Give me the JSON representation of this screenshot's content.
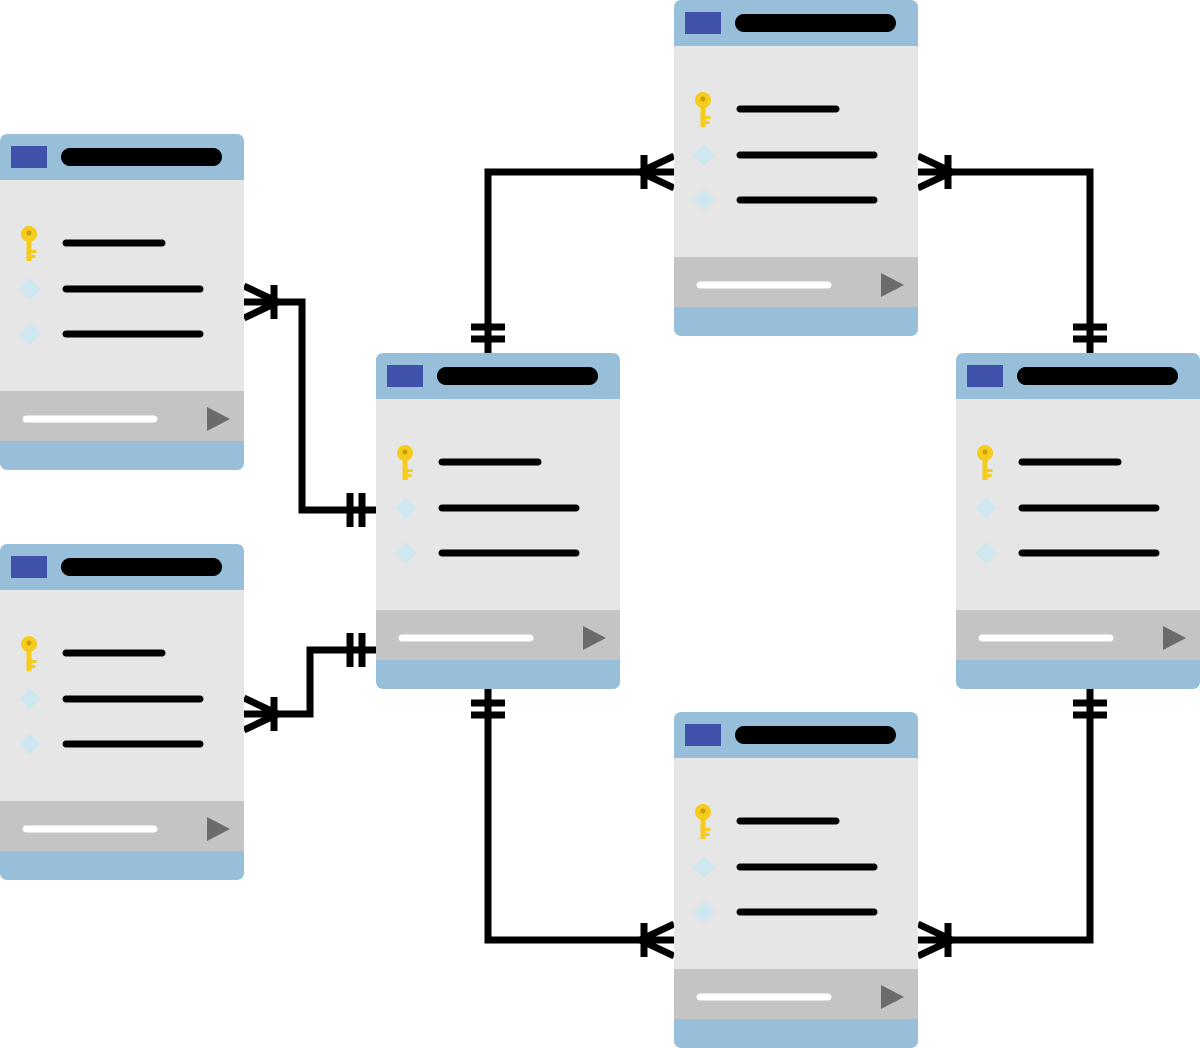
{
  "colors": {
    "background": "#ffffff",
    "header": "#97bfda",
    "header_tab": "#3f51a8",
    "title_bar": "#000000",
    "body": "#e6e6e6",
    "footer": "#c4c4c4",
    "footer_line": "#ffffff",
    "play_icon": "#6b6b6b",
    "key_icon": "#f5cc1c",
    "attribute_icon": "#cfe8f0",
    "field_line": "#000000",
    "connector": "#000000"
  },
  "icons": {
    "header": "window-tab-icon",
    "primary_key": "key-icon",
    "attribute": "diamond-icon",
    "footer": "play-icon"
  },
  "tables": [
    {
      "name": "left-top",
      "fields": [
        "primary-key",
        "attribute",
        "attribute"
      ]
    },
    {
      "name": "left-bottom",
      "fields": [
        "primary-key",
        "attribute",
        "attribute"
      ]
    },
    {
      "name": "center",
      "fields": [
        "primary-key",
        "attribute",
        "attribute"
      ]
    },
    {
      "name": "top",
      "fields": [
        "primary-key",
        "attribute",
        "attribute"
      ]
    },
    {
      "name": "right",
      "fields": [
        "primary-key",
        "attribute",
        "attribute"
      ]
    },
    {
      "name": "bottom",
      "fields": [
        "primary-key",
        "attribute",
        "attribute"
      ]
    }
  ],
  "relations": [
    {
      "name": "left-top-to-center",
      "from": "center",
      "from_end": "one-and-only-one",
      "to": "left-top",
      "to_end": "one-or-many"
    },
    {
      "name": "left-bottom-to-center",
      "from": "center",
      "from_end": "one-and-only-one",
      "to": "left-bottom",
      "to_end": "one-or-many"
    },
    {
      "name": "center-to-top",
      "from": "center",
      "from_end": "one-and-only-one",
      "to": "top",
      "to_end": "one-or-many"
    },
    {
      "name": "right-to-top",
      "from": "right",
      "from_end": "one-and-only-one",
      "to": "top",
      "to_end": "one-or-many"
    },
    {
      "name": "center-to-bottom",
      "from": "center",
      "from_end": "one-and-only-one",
      "to": "bottom",
      "to_end": "one-or-many"
    },
    {
      "name": "right-to-bottom",
      "from": "right",
      "from_end": "one-and-only-one",
      "to": "bottom",
      "to_end": "one-or-many"
    }
  ]
}
